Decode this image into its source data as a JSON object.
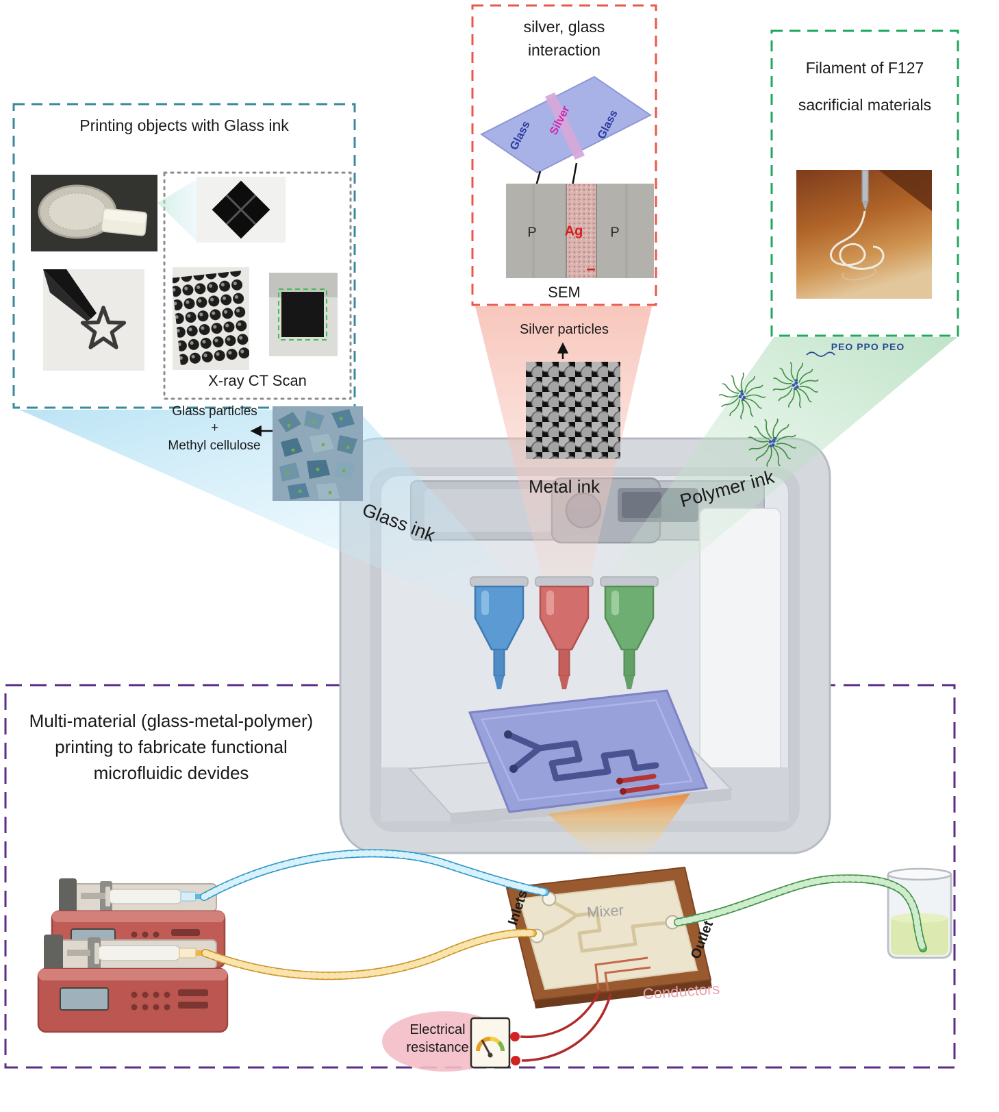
{
  "glass_panel": {
    "title": "Printing objects with Glass ink",
    "ct_caption": "X-ray CT Scan",
    "particles_line1": "Glass particles",
    "particles_plus": "+",
    "particles_line2": "Methyl cellulose",
    "ink_label": "Glass ink"
  },
  "silver_panel": {
    "title_line1": "silver, glass",
    "title_line2": "interaction",
    "slide_glass_left": "Glass",
    "slide_silver": "Silver",
    "slide_glass_right": "Glass",
    "sem_p_left": "P",
    "sem_ag": "Ag",
    "sem_p_right": "P",
    "sem_caption": "SEM",
    "particles_caption": "Silver particles",
    "ink_label": "Metal ink"
  },
  "polymer_panel": {
    "title_line1": "Filament of  F127",
    "title_line2": "sacrificial materials",
    "peo_label": "PEO PPO PEO",
    "ink_label": "Polymer ink"
  },
  "bottom_panel": {
    "title_line1": "Multi-material (glass-metal-polymer)",
    "title_line2": "printing to fabricate functional",
    "title_line3": "microfluidic devides",
    "inlets_label": "Inlets",
    "mixer_label": "Mixer",
    "outlet_label": "Outlet",
    "conductors_label": "Conductors",
    "resistance_line1": "Electrical",
    "resistance_line2": "resistance"
  },
  "colors": {
    "glass_panel_border": "#3a8a9a",
    "silver_panel_border": "#e8584a",
    "polymer_panel_border": "#1fa85c",
    "bottom_panel_border": "#5a2d86",
    "glass_ink": "#5b9ad2",
    "metal_ink": "#d26f6c",
    "polymer_ink": "#6fae72",
    "silver_text": "#cf28b0",
    "glass_text": "#2b3a9e",
    "ag_text": "#d42020",
    "conductor_text": "#e9a2ae",
    "mixer_text": "#a0a0a0",
    "peo_text": "#2b4790"
  }
}
